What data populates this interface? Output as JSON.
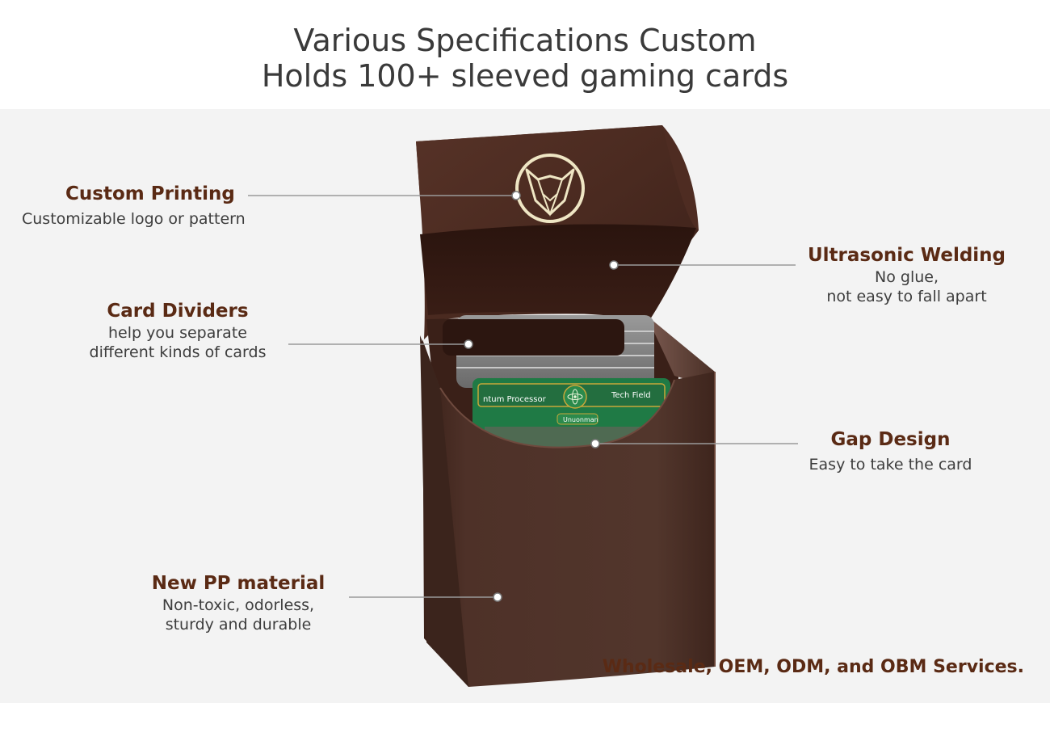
{
  "header": {
    "line1": "Various Specifications Custom",
    "line2": "Holds 100+ sleeved gaming cards"
  },
  "card": {
    "name": "ntum Processor",
    "field": "Tech Field",
    "tag": "Unuonman"
  },
  "callouts": {
    "custom_printing": {
      "title": "Custom Printing",
      "desc": "Customizable logo or pattern"
    },
    "card_dividers": {
      "title": "Card Dividers",
      "desc1": "help you separate",
      "desc2": "different kinds of cards"
    },
    "new_pp": {
      "title": "New PP material",
      "desc1": "Non-toxic, odorless,",
      "desc2": "sturdy and durable"
    },
    "ultrasonic": {
      "title": "Ultrasonic Welding",
      "desc1": "No glue,",
      "desc2": "not easy to fall apart"
    },
    "gap_design": {
      "title": "Gap Design",
      "desc": "Easy to take the card"
    }
  },
  "services": "Wholesale, OEM, ODM, and OBM Services.",
  "colors": {
    "box_brown": "#4f3229",
    "heading_brown": "#5a2a14",
    "panel_bg": "#f3f3f3",
    "card_green": "#1f7a45",
    "logo_gold": "#efe6c4"
  },
  "icons": {
    "logo": "fox-head-logo-icon",
    "card_emblem": "atom-icon"
  }
}
